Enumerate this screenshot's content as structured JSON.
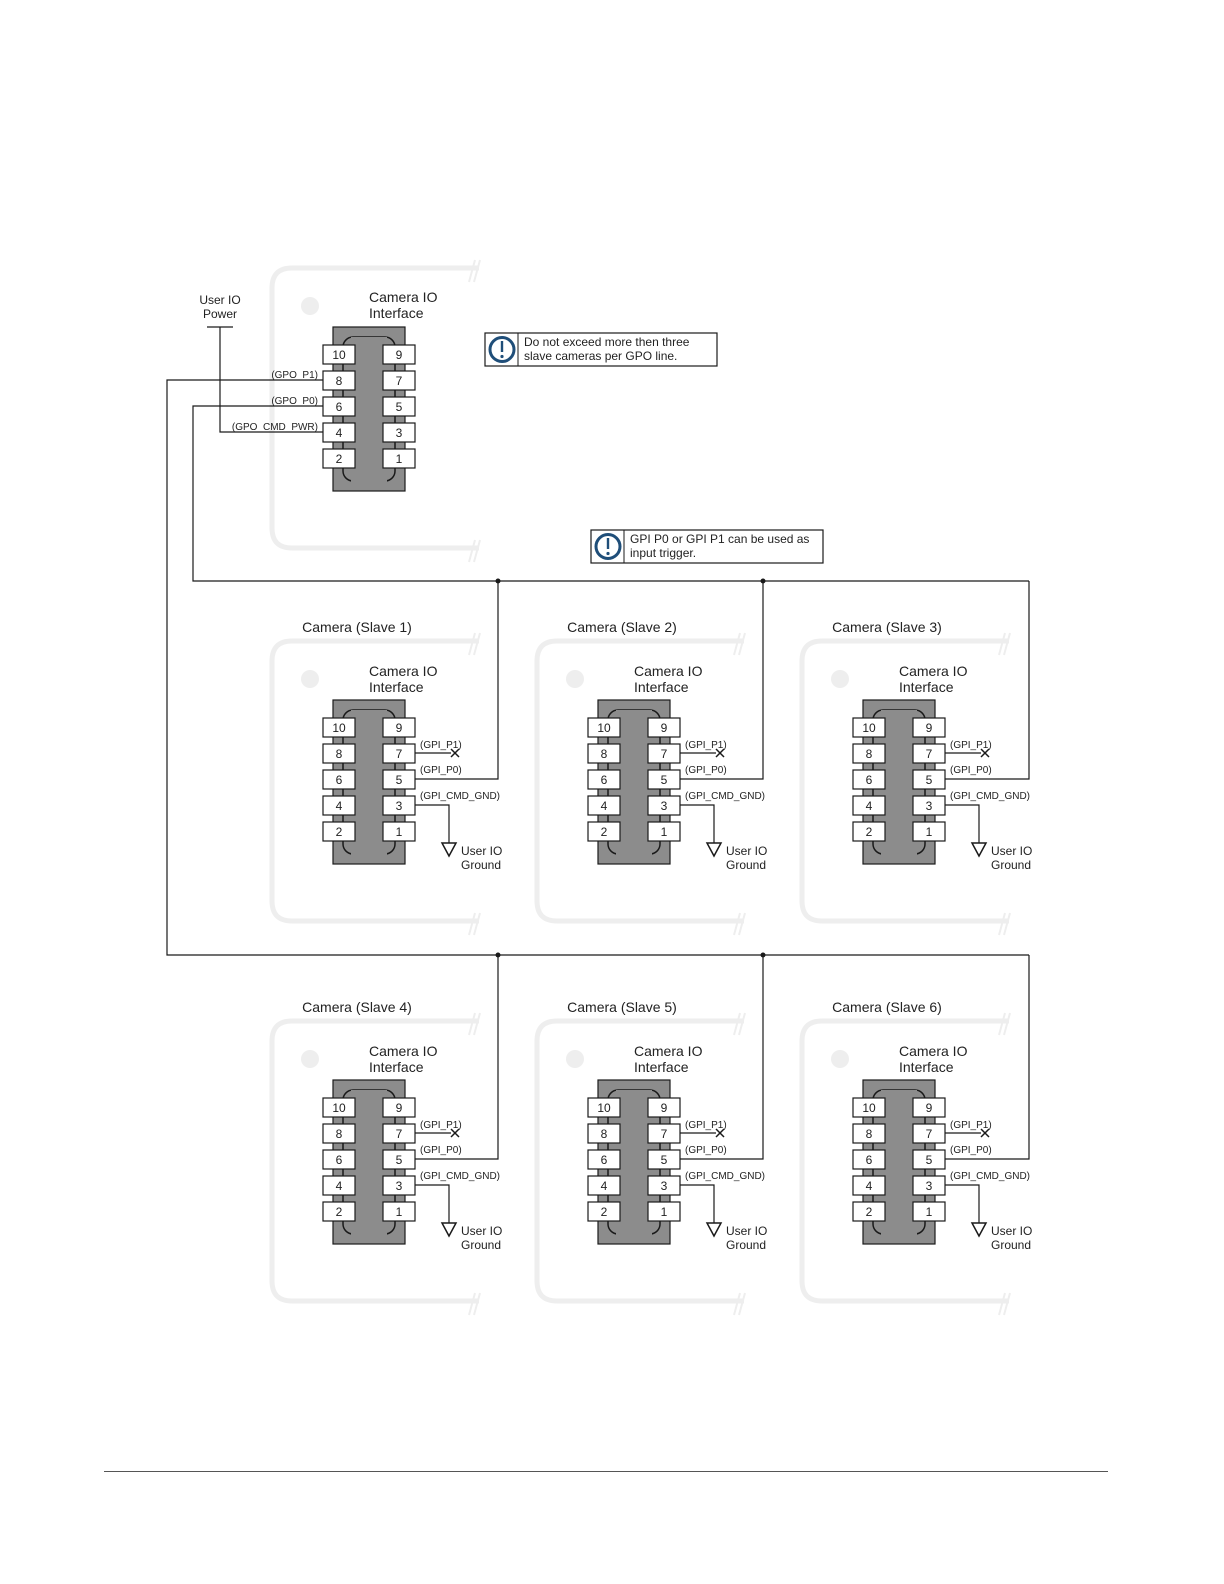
{
  "power_label": [
    "User IO",
    "Power"
  ],
  "interface_label": [
    "Camera IO",
    "Interface"
  ],
  "ground_label": [
    "User IO",
    "Ground"
  ],
  "master": {
    "signals": [
      "(GPO_P1)",
      "(GPO_P0)",
      "(GPO_CMD_PWR)"
    ]
  },
  "slave_signals": [
    "(GPI_P1)",
    "(GPI_P0)",
    "(GPI_CMD_GND)"
  ],
  "pins": {
    "left": [
      "10",
      "8",
      "6",
      "4",
      "2"
    ],
    "right": [
      "9",
      "7",
      "5",
      "3",
      "1"
    ]
  },
  "notes": [
    [
      "Do not exceed more then three",
      "slave cameras per GPO line."
    ],
    [
      "GPI P0 or GPI P1 can be used as",
      "input trigger."
    ]
  ],
  "slaves": [
    "Camera (Slave 1)",
    "Camera (Slave 2)",
    "Camera (Slave 3)",
    "Camera (Slave 4)",
    "Camera (Slave 5)",
    "Camera (Slave 6)"
  ],
  "colors": {
    "line": "#1a1a1a",
    "connector": "#8c8c8c",
    "housing": "#eeeeee",
    "note_icon": "#1f4e79"
  }
}
